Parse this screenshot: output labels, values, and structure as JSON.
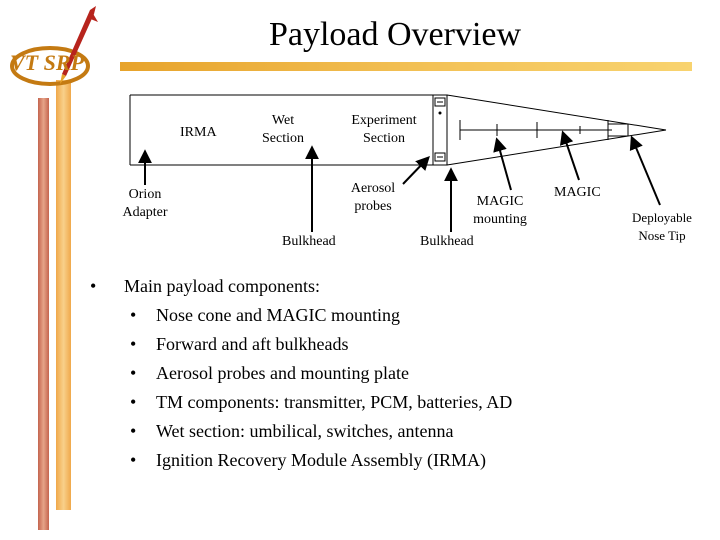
{
  "slide": {
    "title": "Payload Overview",
    "logo_text": "VT SRP"
  },
  "diagram": {
    "labels": {
      "irma": "IRMA",
      "wet_section": [
        "Wet",
        "Section"
      ],
      "experiment_section": [
        "Experiment",
        "Section"
      ],
      "orion_adapter": [
        "Orion",
        "Adapter"
      ],
      "aerosol_probes": [
        "Aerosol",
        "probes"
      ],
      "magic_mounting": [
        "MAGIC",
        "mounting"
      ],
      "magic": "MAGIC",
      "deployable_nose_tip": [
        "Deployable",
        "Nose Tip"
      ],
      "bulkhead_left": "Bulkhead",
      "bulkhead_right": "Bulkhead"
    }
  },
  "bullets": {
    "heading": "Main payload components:",
    "items": [
      "Nose cone and MAGIC mounting",
      "Forward and aft bulkheads",
      "Aerosol probes and mounting plate",
      "TM components: transmitter, PCM, batteries, AD",
      "Wet section: umbilical, switches, antenna",
      "Ignition Recovery Module Assembly (IRMA)"
    ]
  },
  "colors": {
    "accent_gold": "#e7a32b",
    "bar_red": "#c4644f",
    "bar_orange": "#f0a84a"
  }
}
